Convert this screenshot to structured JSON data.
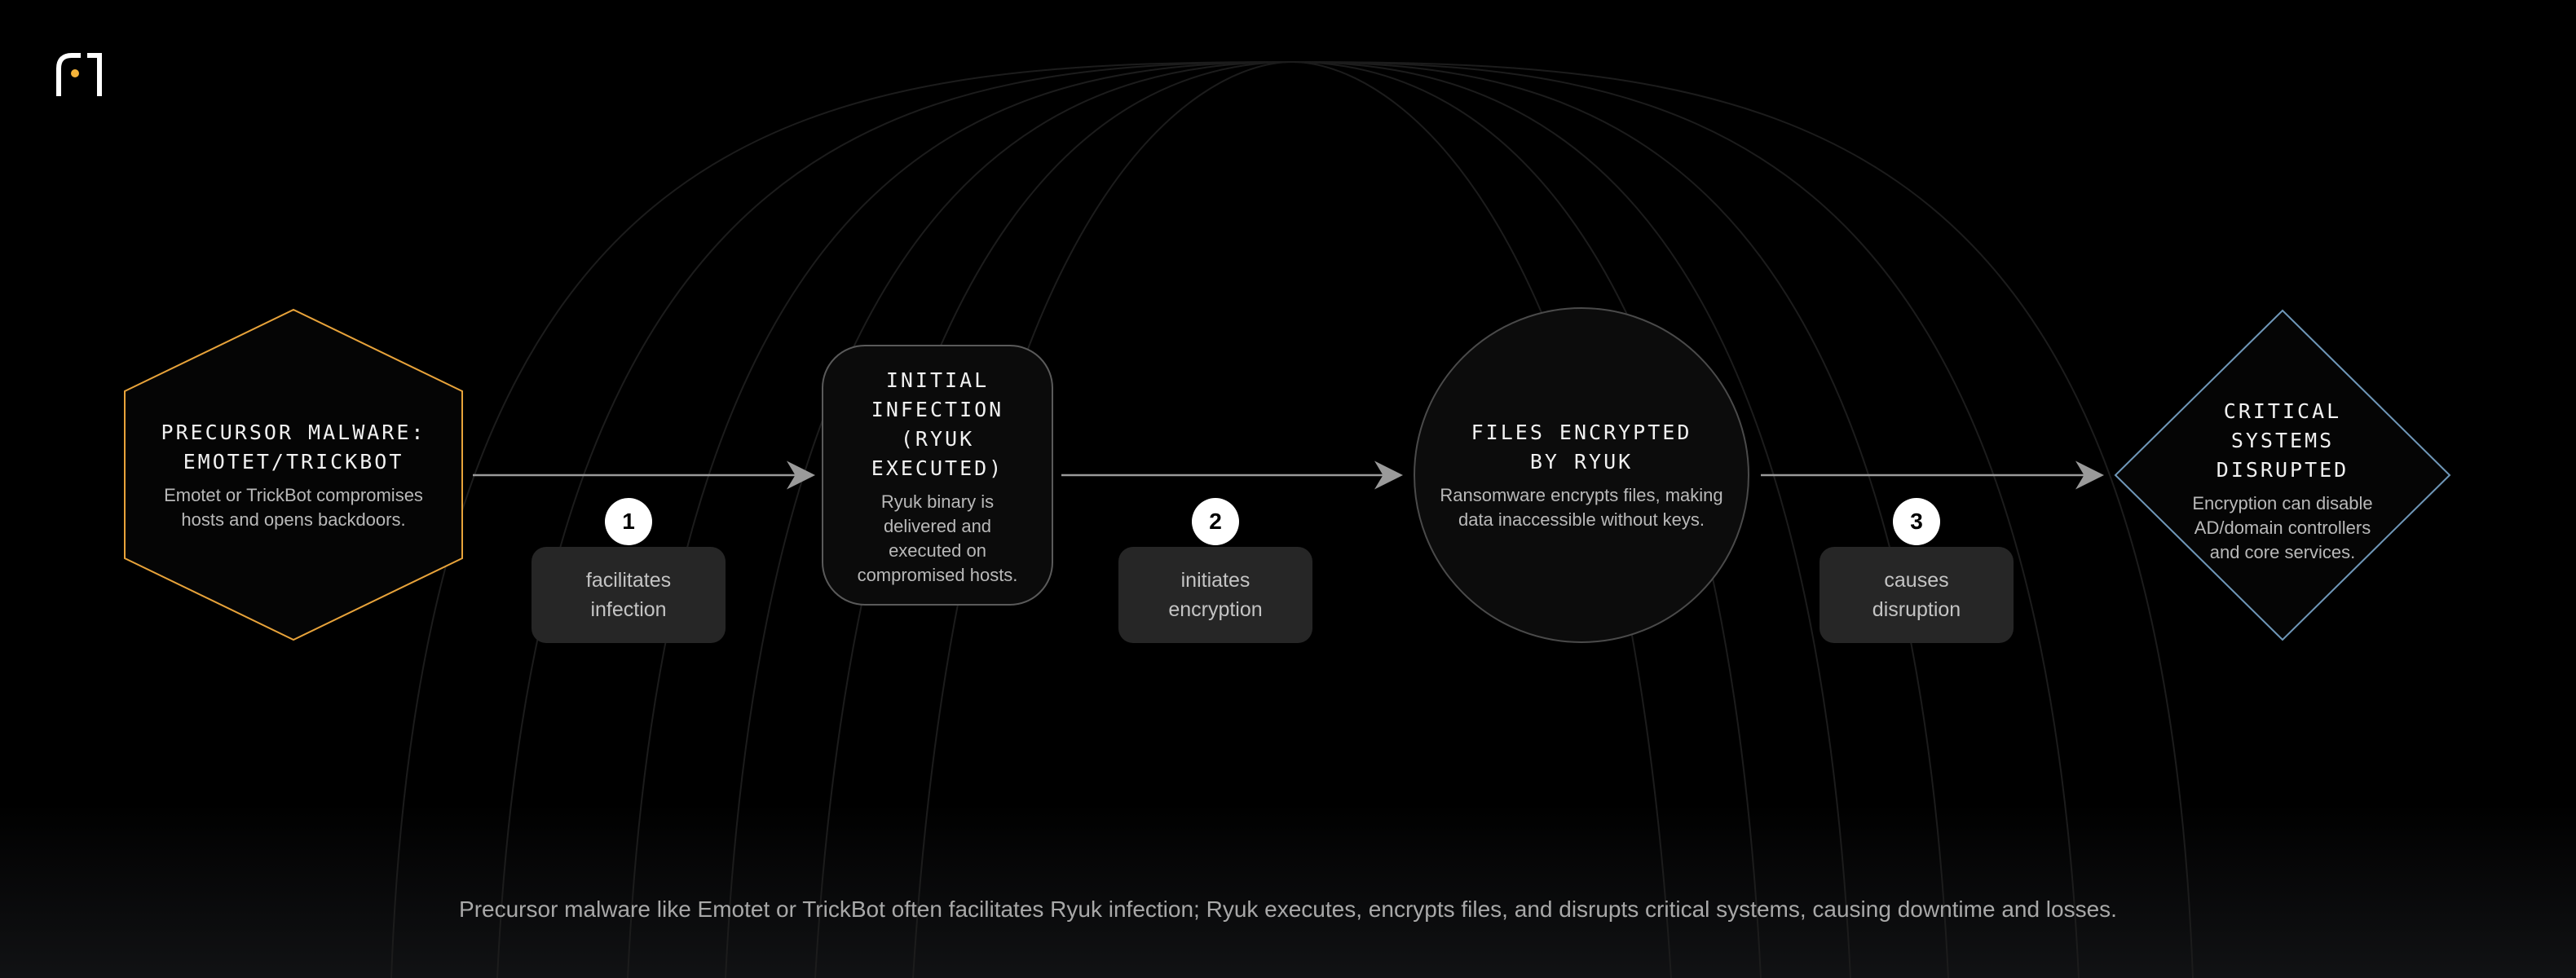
{
  "nodes": [
    {
      "title": "PRECURSOR MALWARE: EMOTET/TRICKBOT",
      "description": "Emotet or TrickBot compromises hosts and opens backdoors.",
      "shape": "hexagon",
      "border_color": "#e8a33a"
    },
    {
      "title": "INITIAL INFECTION (RYUK EXECUTED)",
      "description": "Ryuk binary is delivered and executed on compromised hosts.",
      "shape": "rounded-rectangle",
      "border_color": "#5a5a5a"
    },
    {
      "title": "FILES ENCRYPTED BY RYUK",
      "description": "Ransomware encrypts files, making data inaccessible without keys.",
      "shape": "circle",
      "border_color": "#4a4a4a"
    },
    {
      "title": "CRITICAL SYSTEMS DISRUPTED",
      "description": "Encryption can disable AD/domain controllers and core services.",
      "shape": "diamond",
      "border_color": "#6f97b8"
    }
  ],
  "edges": [
    {
      "step": "1",
      "label": "facilitates infection"
    },
    {
      "step": "2",
      "label": "initiates encryption"
    },
    {
      "step": "3",
      "label": "causes disruption"
    }
  ],
  "caption": "Precursor malware like Emotet or TrickBot often facilitates Ryuk infection; Ryuk executes, encrypts files, and disrupts critical systems, causing downtime and losses.",
  "colors": {
    "background": "#000000",
    "accent": "#f5b43a",
    "badge": "#ffffff",
    "label_background": "#262626"
  },
  "logo_icon": "brand-logo-icon"
}
